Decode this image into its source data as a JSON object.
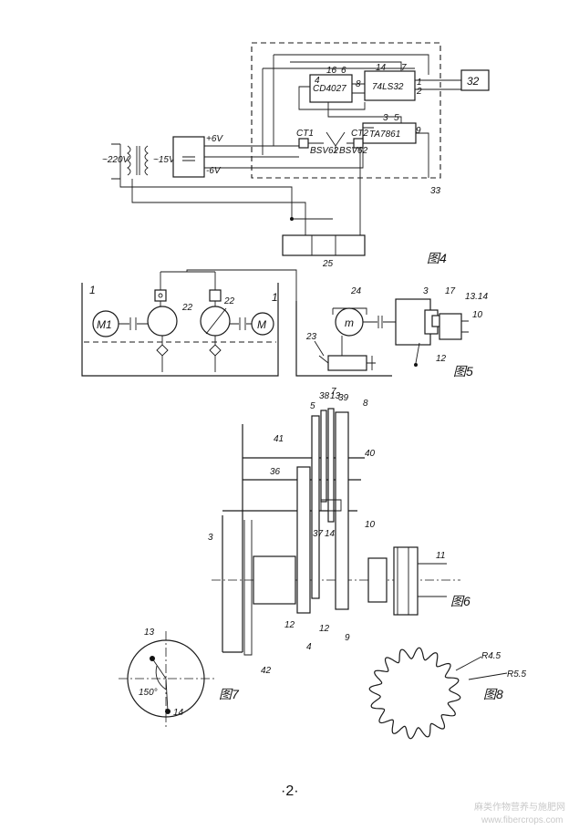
{
  "fig4": {
    "caption": "图4",
    "chip_cd4027": "CD4027",
    "chip_74ls32": "74LS32",
    "chip_ta": "TA7861",
    "box_32": "32",
    "box_33": "33",
    "box_25": "25",
    "ct1": "CT1",
    "ct2": "CT2",
    "bsv1": "BSV62",
    "bsv2": "BSV62",
    "v220": "~220V",
    "v15": "~15V",
    "p6": "+6V",
    "n6": "-6V",
    "pin_16": "16",
    "pin_14": "14",
    "pin_7": "7",
    "pin_6a": "6",
    "pin_8": "8",
    "pin_1": "1",
    "pin_2": "2",
    "pin_3": "3",
    "pin_4": "4",
    "pin_5": "5",
    "pin_9": "9"
  },
  "fig_left": {
    "m1": "M1",
    "m2": "M",
    "num_1a": "1",
    "num_1b": "1",
    "num_22a": "22",
    "num_22b": "22"
  },
  "fig5": {
    "caption": "图5",
    "num_24": "24",
    "num_23": "23",
    "num_3": "3",
    "num_17": "17",
    "num_1314": "13.14",
    "num_10": "10",
    "num_12": "12",
    "m": "m"
  },
  "fig6": {
    "caption": "图6",
    "labels": [
      "5",
      "38",
      "13",
      "7",
      "39",
      "8",
      "41",
      "36",
      "40",
      "37",
      "14",
      "10",
      "11",
      "3",
      "12",
      "4",
      "12",
      "9",
      "42"
    ]
  },
  "fig7": {
    "caption": "图7",
    "num_13": "13",
    "num_14": "14",
    "angle": "150°"
  },
  "fig8": {
    "caption": "图8",
    "r45": "R4.5",
    "r55": "R5.5"
  },
  "page_number": "·2·",
  "watermark": "麻类作物营养与施肥网\nwww.fibercrops.com"
}
